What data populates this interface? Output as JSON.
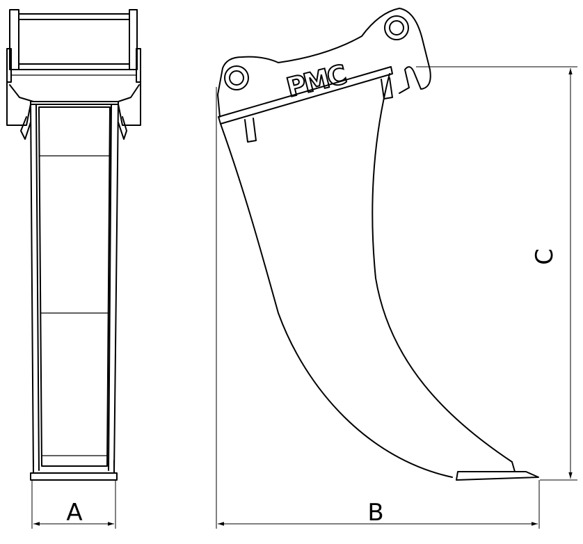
{
  "figure": {
    "logo_text": "PMC",
    "dimensions": [
      {
        "id": "A",
        "label": "A"
      },
      {
        "id": "B",
        "label": "B"
      },
      {
        "id": "C",
        "label": "C"
      }
    ]
  }
}
